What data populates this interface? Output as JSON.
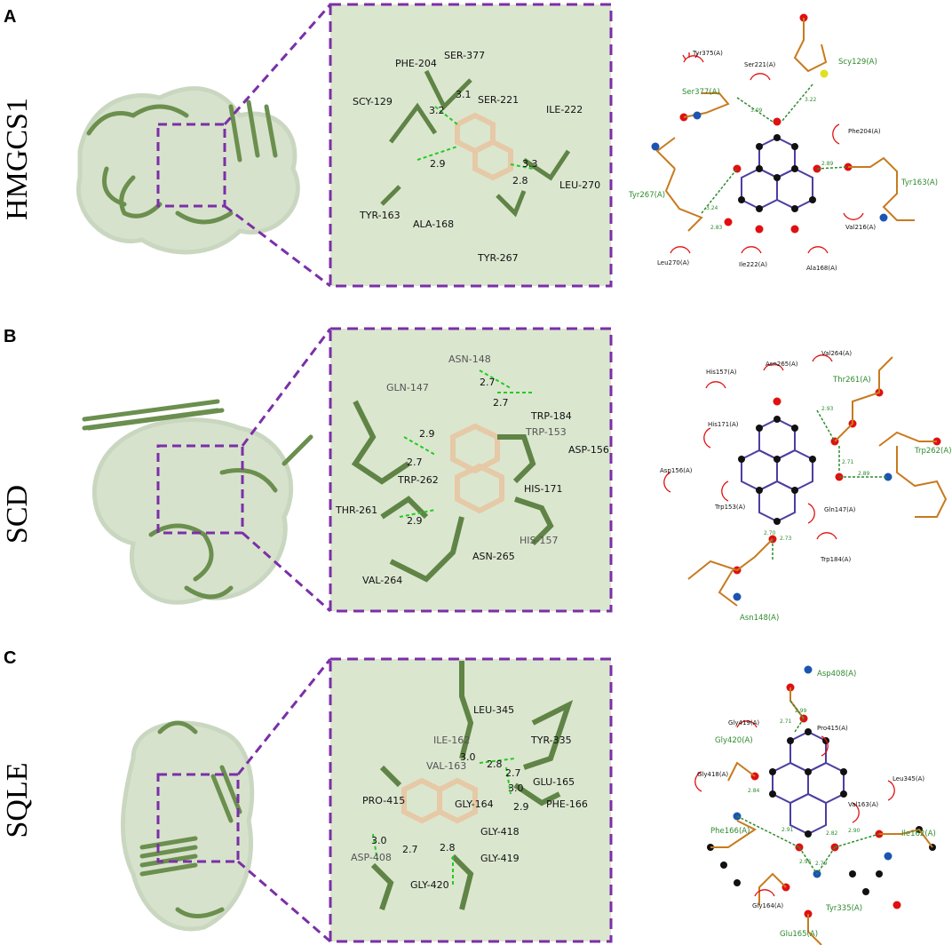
{
  "panels": [
    {
      "letter": "A",
      "protein": "HMGCS1",
      "zoom_labels": [
        "PHE-204",
        "SER-377",
        "SCY-129",
        "SER-221",
        "ILE-222",
        "TYR-163",
        "ALA-168",
        "LEU-270",
        "TYR-267"
      ],
      "distances": [
        "3.1",
        "3.2",
        "2.9",
        "3.3",
        "2.8"
      ],
      "diagram_residues_green": [
        "Scy129(A)",
        "Ser377(A)",
        "Tyr267(A)",
        "Tyr163(A)"
      ],
      "diagram_residues_black": [
        "Tyr375(A)",
        "Ser221(A)",
        "Phe204(A)",
        "Val216(A)",
        "Leu270(A)",
        "Ile222(A)",
        "Ala168(A)"
      ],
      "diagram_distances": [
        "3.09",
        "3.22",
        "2.89",
        "3.24",
        "2.83"
      ]
    },
    {
      "letter": "B",
      "protein": "SCD",
      "zoom_labels": [
        "ASN-148",
        "GLN-147",
        "TRP-184",
        "TRP-153",
        "ASP-156",
        "HIS-171",
        "TRP-262",
        "THR-261",
        "HIS-157",
        "ASN-265",
        "VAL-264"
      ],
      "distances": [
        "2.7",
        "2.7",
        "2.9",
        "2.7",
        "2.9"
      ],
      "diagram_residues_green": [
        "Thr261(A)",
        "Trp262(A)",
        "Asn148(A)"
      ],
      "diagram_residues_black": [
        "Val264(A)",
        "His157(A)",
        "Asn265(A)",
        "His171(A)",
        "Asp156(A)",
        "Trp153(A)",
        "Gln147(A)",
        "Trp184(A)"
      ],
      "diagram_distances": [
        "2.93",
        "2.71",
        "2.89",
        "2.70",
        "2.73"
      ]
    },
    {
      "letter": "C",
      "protein": "SQLE",
      "zoom_labels": [
        "LEU-345",
        "TYR-335",
        "ILE-162",
        "VAL-163",
        "GLU-165",
        "PRO-415",
        "GLY-164",
        "PHE-166",
        "GLY-418",
        "ASP-408",
        "GLY-419",
        "GLY-420"
      ],
      "distances": [
        "3.0",
        "2.8",
        "2.7",
        "3.0",
        "2.9",
        "3.0",
        "2.7",
        "2.8"
      ],
      "diagram_residues_green": [
        "Asp408(A)",
        "Gly420(A)",
        "Phe166(A)",
        "Ile162(A)",
        "Tyr335(A)",
        "Glu165(A)"
      ],
      "diagram_residues_black": [
        "Gly419(A)",
        "Pro415(A)",
        "Gly418(A)",
        "Leu345(A)",
        "Val163(A)",
        "Gly164(A)"
      ],
      "diagram_distances": [
        "2.99",
        "2.71",
        "2.84",
        "2.91",
        "2.82",
        "2.96",
        "2.79",
        "2.90"
      ]
    }
  ]
}
